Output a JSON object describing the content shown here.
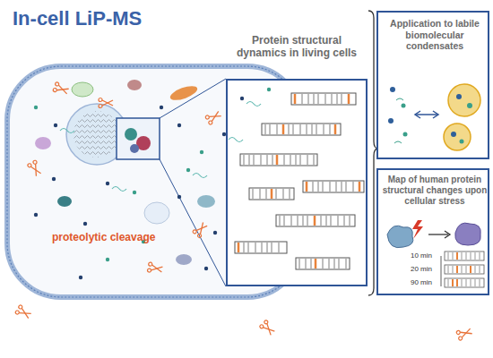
{
  "diagram": {
    "title": "In-cell LiP-MS",
    "nodes": [
      {
        "text": [
          "proteolytic cleavage"
        ]
      },
      {
        "text": [
          "Protein structural dynamics in living cells"
        ]
      },
      {
        "text": [
          "Application to labile biomolecular condensates"
        ]
      },
      {
        "text": [
          "Map of human protein structural changes upon cellular stress"
        ]
      }
    ],
    "labels": [
      "10 min",
      "20 min",
      "90 min"
    ]
  }
}
